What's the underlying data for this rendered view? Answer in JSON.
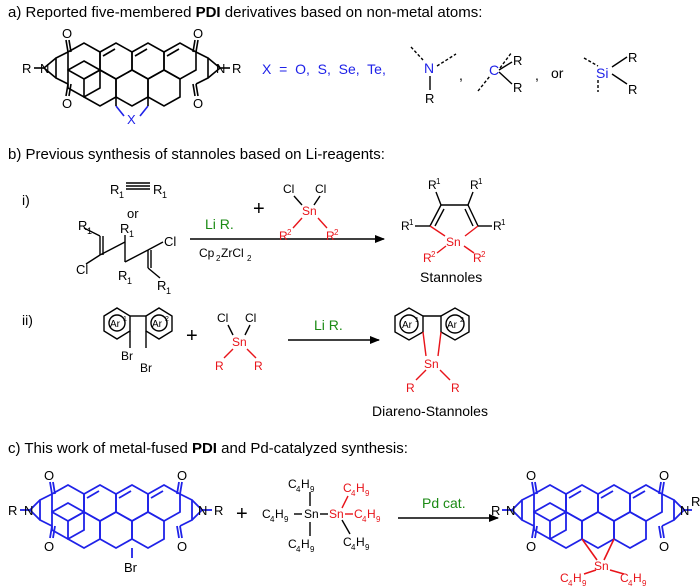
{
  "captions": {
    "a_pre": "a)  Reported five-membered ",
    "a_bold": "PDI",
    "a_post": " derivatives based on non-metal atoms:",
    "b": "b)  Previous synthesis of stannoles based on Li-reagents:",
    "c_pre": "c)  This work of metal-fused ",
    "c_bold": "PDI",
    "c_mid": " and Pd-catalyzed synthesis:"
  },
  "panel_a": {
    "x_label": "X",
    "x_def": "X  =  O,  S,  Se,  Te,",
    "sep1": ",",
    "sep2": ",",
    "or": "or",
    "n_atom": "N",
    "c_atom": "C",
    "si_atom": "Si",
    "r": "R",
    "o": "O",
    "n": "N"
  },
  "panel_b": {
    "label_i": "i)",
    "label_ii": "ii)",
    "or": "or",
    "r1": "R",
    "sub1": "1",
    "cl": "Cl",
    "sn": "Sn",
    "r2": "R",
    "sub2": "2",
    "reagent_i": "Li R.",
    "cat_i": "Cp",
    "cat_i2": "ZrCl",
    "plus": "+",
    "product_i": "Stannoles",
    "ar": "Ar",
    "br": "Br",
    "r": "R",
    "reagent_ii": "Li R.",
    "product_ii": "Diareno-Stannoles"
  },
  "panel_c": {
    "plus": "+",
    "c4h9": "C",
    "c4": "4",
    "h": "H",
    "h9": "9",
    "sn": "Sn",
    "br": "Br",
    "reagent": "Pd cat.",
    "r": "R",
    "o": "O",
    "n": "N"
  },
  "colors": {
    "blue": "#1f22e8",
    "red": "#e8141a",
    "green": "#1b8a14",
    "black": "#000000"
  }
}
